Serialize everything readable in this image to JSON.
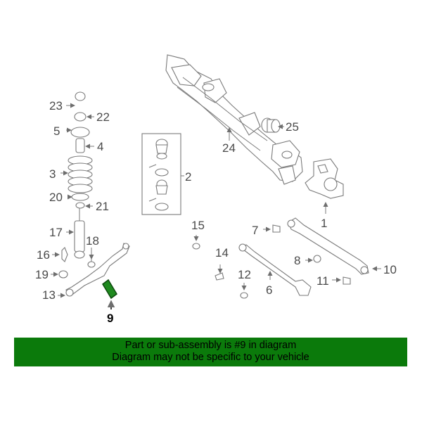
{
  "callouts": {
    "p1": "1",
    "p2": "2",
    "p3": "3",
    "p4": "4",
    "p5": "5",
    "p6": "6",
    "p7": "7",
    "p8": "8",
    "p9": "9",
    "p10": "10",
    "p11": "11",
    "p12": "12",
    "p13": "13",
    "p14": "14",
    "p15": "15",
    "p16": "16",
    "p17": "17",
    "p18": "18",
    "p19": "19",
    "p20": "20",
    "p21": "21",
    "p22": "22",
    "p23": "23",
    "p24": "24",
    "p25": "25"
  },
  "banner": {
    "line1": "Part or sub-assembly is #9 in diagram",
    "line2": "Diagram may not be specific to your vehicle"
  },
  "colors": {
    "banner_bg": "#0b7a0b",
    "highlight": "#1f8a1f",
    "line_art": "#7a7a7a"
  }
}
